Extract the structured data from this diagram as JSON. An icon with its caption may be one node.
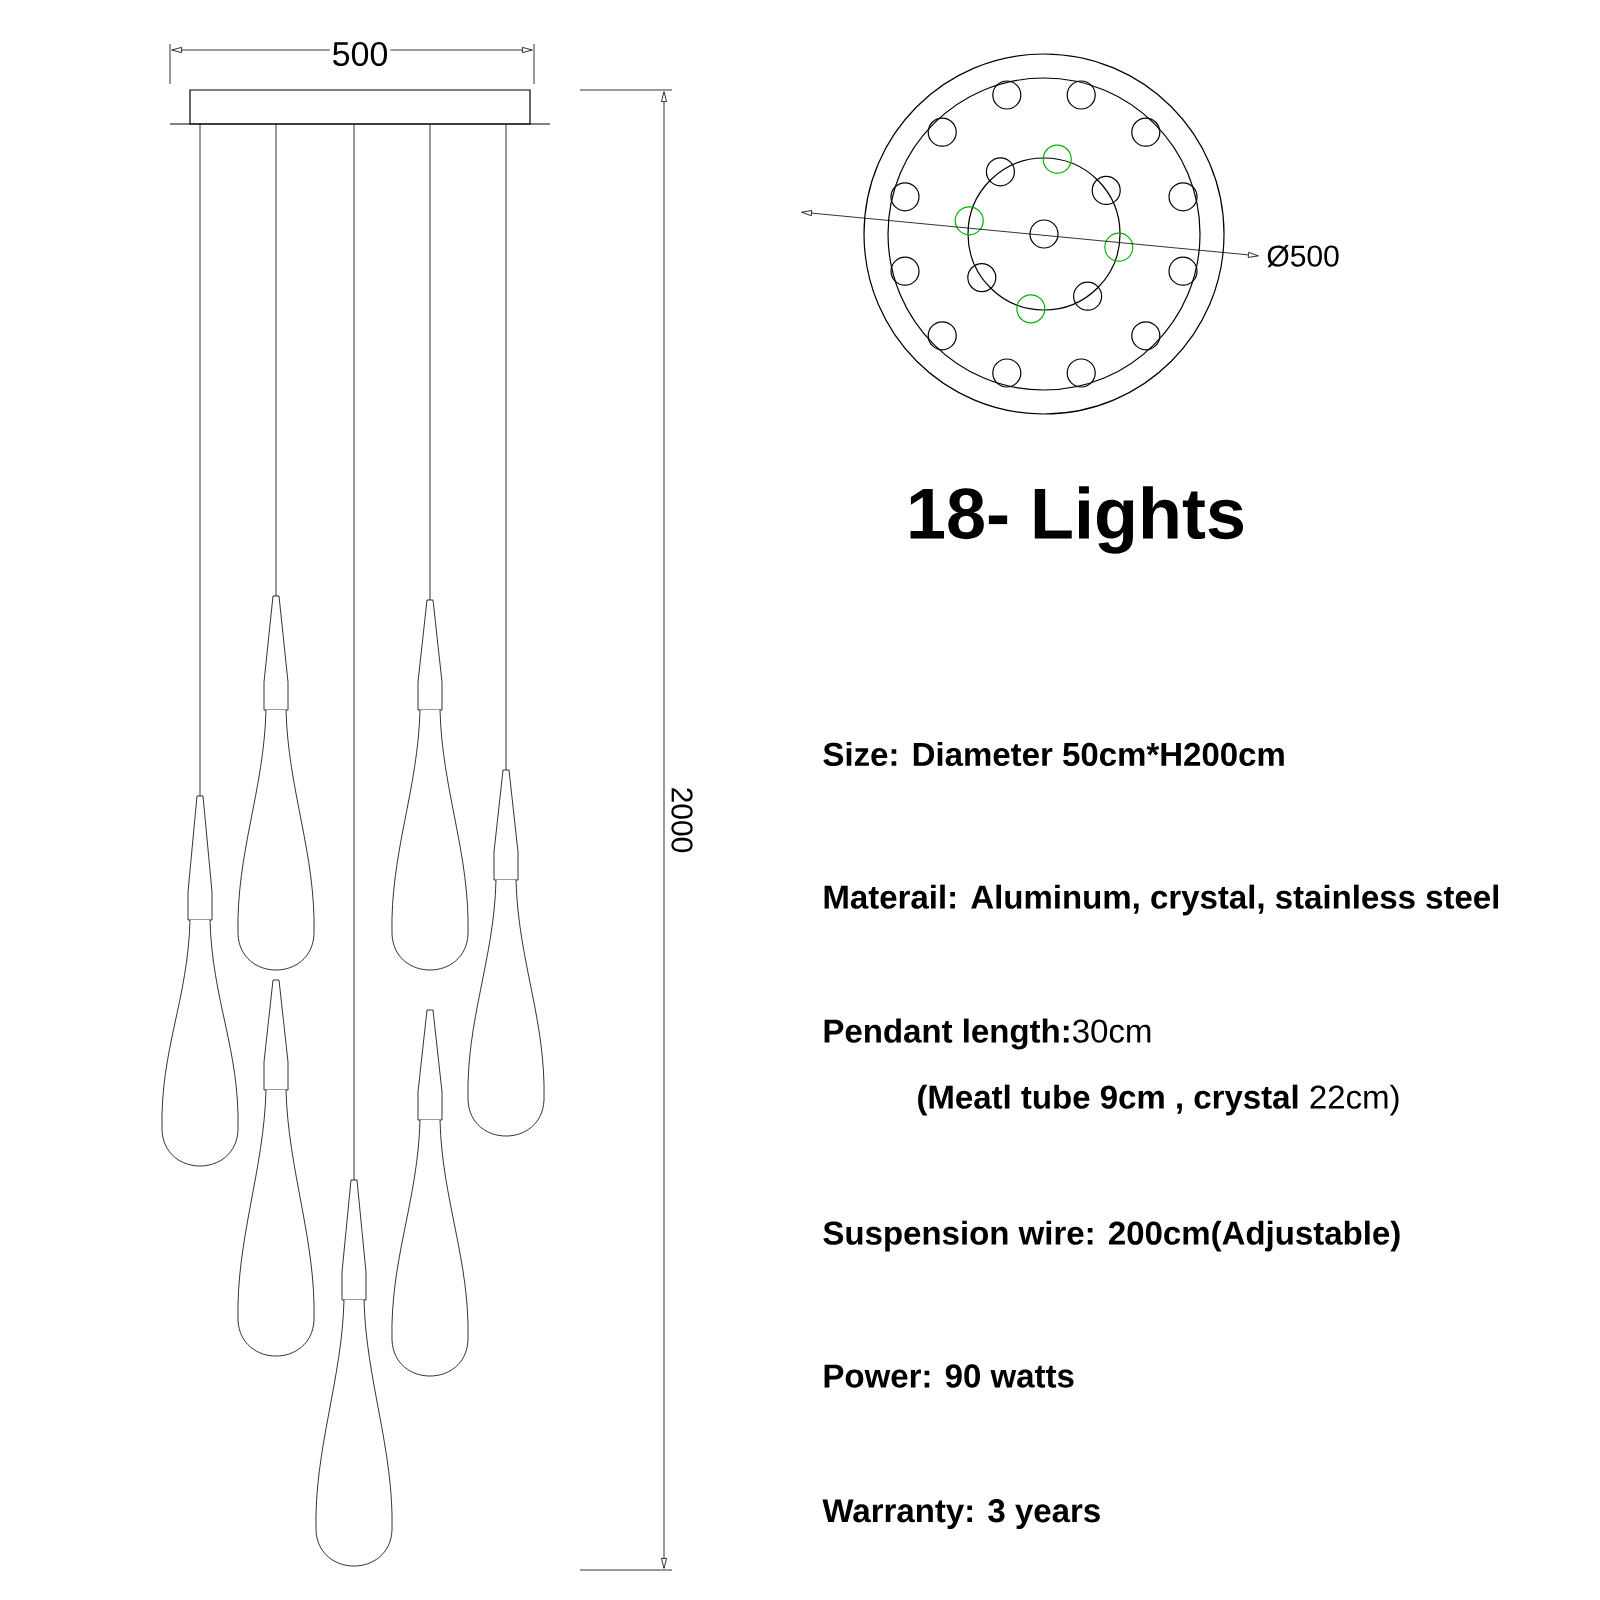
{
  "diagram": {
    "labels": [
      "500",
      "Ø500",
      "18- Lights",
      "Size: Diameter 50cm*H200cm",
      "2000",
      "Materail: Aluminum, crystal, stainless steel",
      "**Pendant length:**30cm",
      "**(Meatl tube 9cm , crystal** 22cm)",
      "Suspension wire: 200cm(Adjustable)",
      "Power: 90 watts",
      "Warranty: 3 years"
    ]
  }
}
